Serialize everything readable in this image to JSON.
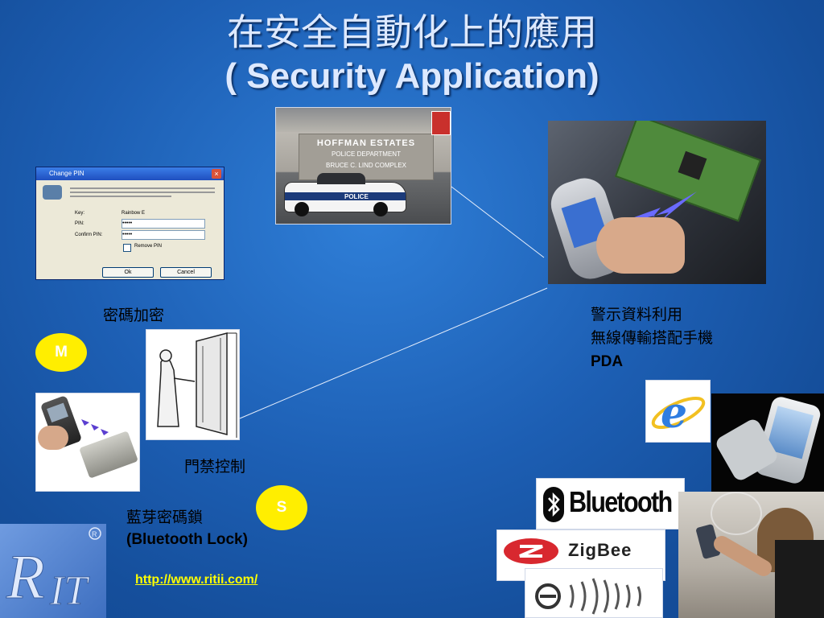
{
  "slide": {
    "title_zh": "在安全自動化上的應用",
    "title_en": "( Security Application)"
  },
  "labels": {
    "password_encrypt": "密碼加密",
    "door_control": "門禁控制",
    "alert_line1": "警示資料利用",
    "alert_line2": "無線傳輸搭配手機",
    "alert_line3": "PDA",
    "bt_lock_zh": "藍芽密碼鎖",
    "bt_lock_en": "(Bluetooth Lock)"
  },
  "badges": {
    "master": "M",
    "slave": "S"
  },
  "link": {
    "url_text": "http://www.ritii.com/"
  },
  "dialog": {
    "title": "Change PIN",
    "key_label": "Key:",
    "key_value": "Rainbow E",
    "pin_label": "PIN:",
    "pin_value": "•••••",
    "confirm_label": "Confirm PIN:",
    "confirm_value": "•••••",
    "remove_pin": "Remove PIN",
    "ok": "Ok",
    "cancel": "Cancel"
  },
  "police_sign": {
    "line1": "HOFFMAN ESTATES",
    "line2": "POLICE DEPARTMENT",
    "line3": "BRUCE C. LIND COMPLEX",
    "car_text": "POLICE"
  },
  "logos": {
    "bluetooth": "Bluetooth",
    "zigbee": "ZigBee",
    "rit": "RIT"
  },
  "colors": {
    "background": "#1d5fb4",
    "badge": "#ffee00",
    "link": "#ffff00",
    "title": "#dde9ff"
  }
}
